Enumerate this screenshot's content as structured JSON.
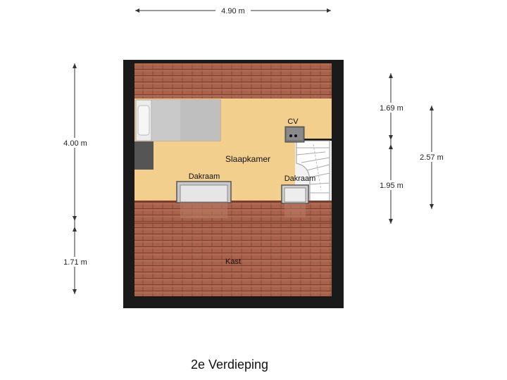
{
  "floor_title": "2e Verdieping",
  "dimensions": {
    "top_width": "4.90 m",
    "left_upper": "4.00 m",
    "left_lower": "1.71 m",
    "right_upper": "1.69 m",
    "right_lower": "1.95 m",
    "right_total": "2.57 m"
  },
  "rooms": {
    "bedroom": "Slaapkamer",
    "storage": "Kast",
    "boiler": "CV",
    "skylight_left": "Dakraam",
    "skylight_right": "Dakraam"
  },
  "colors": {
    "wall": "#1a1a1a",
    "floor": "#f2cf8c",
    "roof_tile": "#a8624c",
    "roof_line": "#7a3e2c"
  }
}
